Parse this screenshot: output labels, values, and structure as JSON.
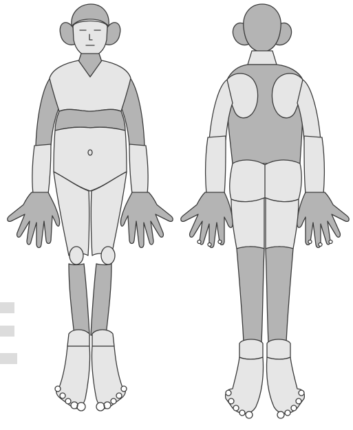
{
  "figure": {
    "views": [
      "front",
      "back"
    ],
    "colors": {
      "background": "#ffffff",
      "light_region": "#e6e6e6",
      "dark_region": "#b4b4b4",
      "outline": "#3a3a3a",
      "legend_swatch": "#dcdcdc"
    }
  },
  "legend": {
    "swatch_count": 3,
    "labels": []
  }
}
